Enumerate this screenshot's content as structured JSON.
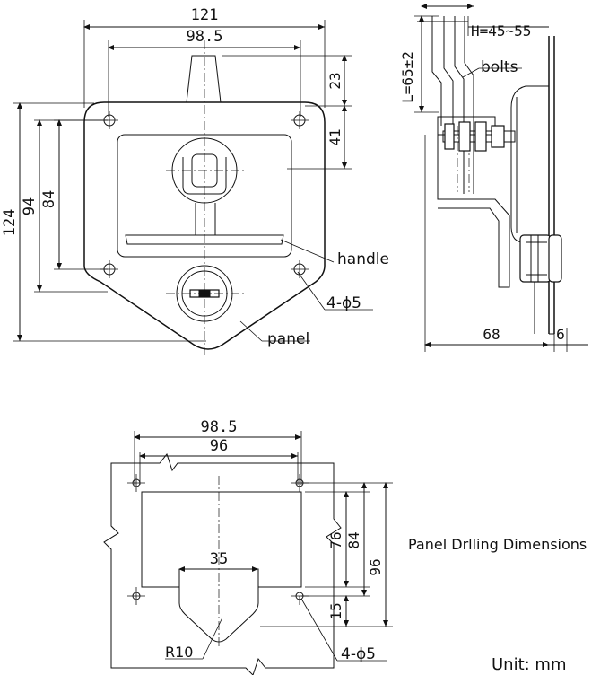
{
  "front": {
    "dim_width_overall": "121",
    "dim_width_holes": "98.5",
    "dim_handle_top": "23",
    "dim_handle_mid": "41",
    "dim_height_overall": "124",
    "dim_height_94": "94",
    "dim_height_84": "84",
    "label_handle": "handle",
    "label_holes": "4-ϕ5",
    "label_panel": "panel"
  },
  "side": {
    "dim_h": "H=45~55",
    "dim_l": "L=65±2",
    "label_bolts": "bolts",
    "dim_depth": "68",
    "dim_flange": "6"
  },
  "drilling": {
    "dim_98_5": "98.5",
    "dim_96_top": "96",
    "dim_35": "35",
    "dim_76": "76",
    "dim_84": "84",
    "dim_96_right": "96",
    "dim_15": "15",
    "label_radius": "R10",
    "label_holes": "4-ϕ5",
    "title": "Panel Drlling Dimensions",
    "unit": "Unit: mm"
  }
}
